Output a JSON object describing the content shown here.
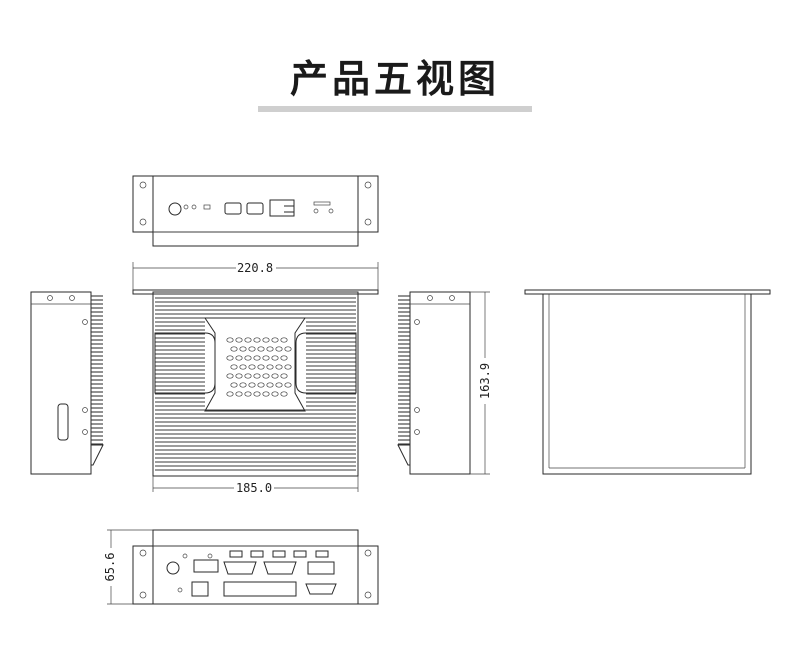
{
  "title": "产品五视图",
  "dimensions": {
    "width_top": "220.8",
    "width_bottom": "185.0",
    "depth_right": "163.9",
    "height_left": "65.6"
  }
}
